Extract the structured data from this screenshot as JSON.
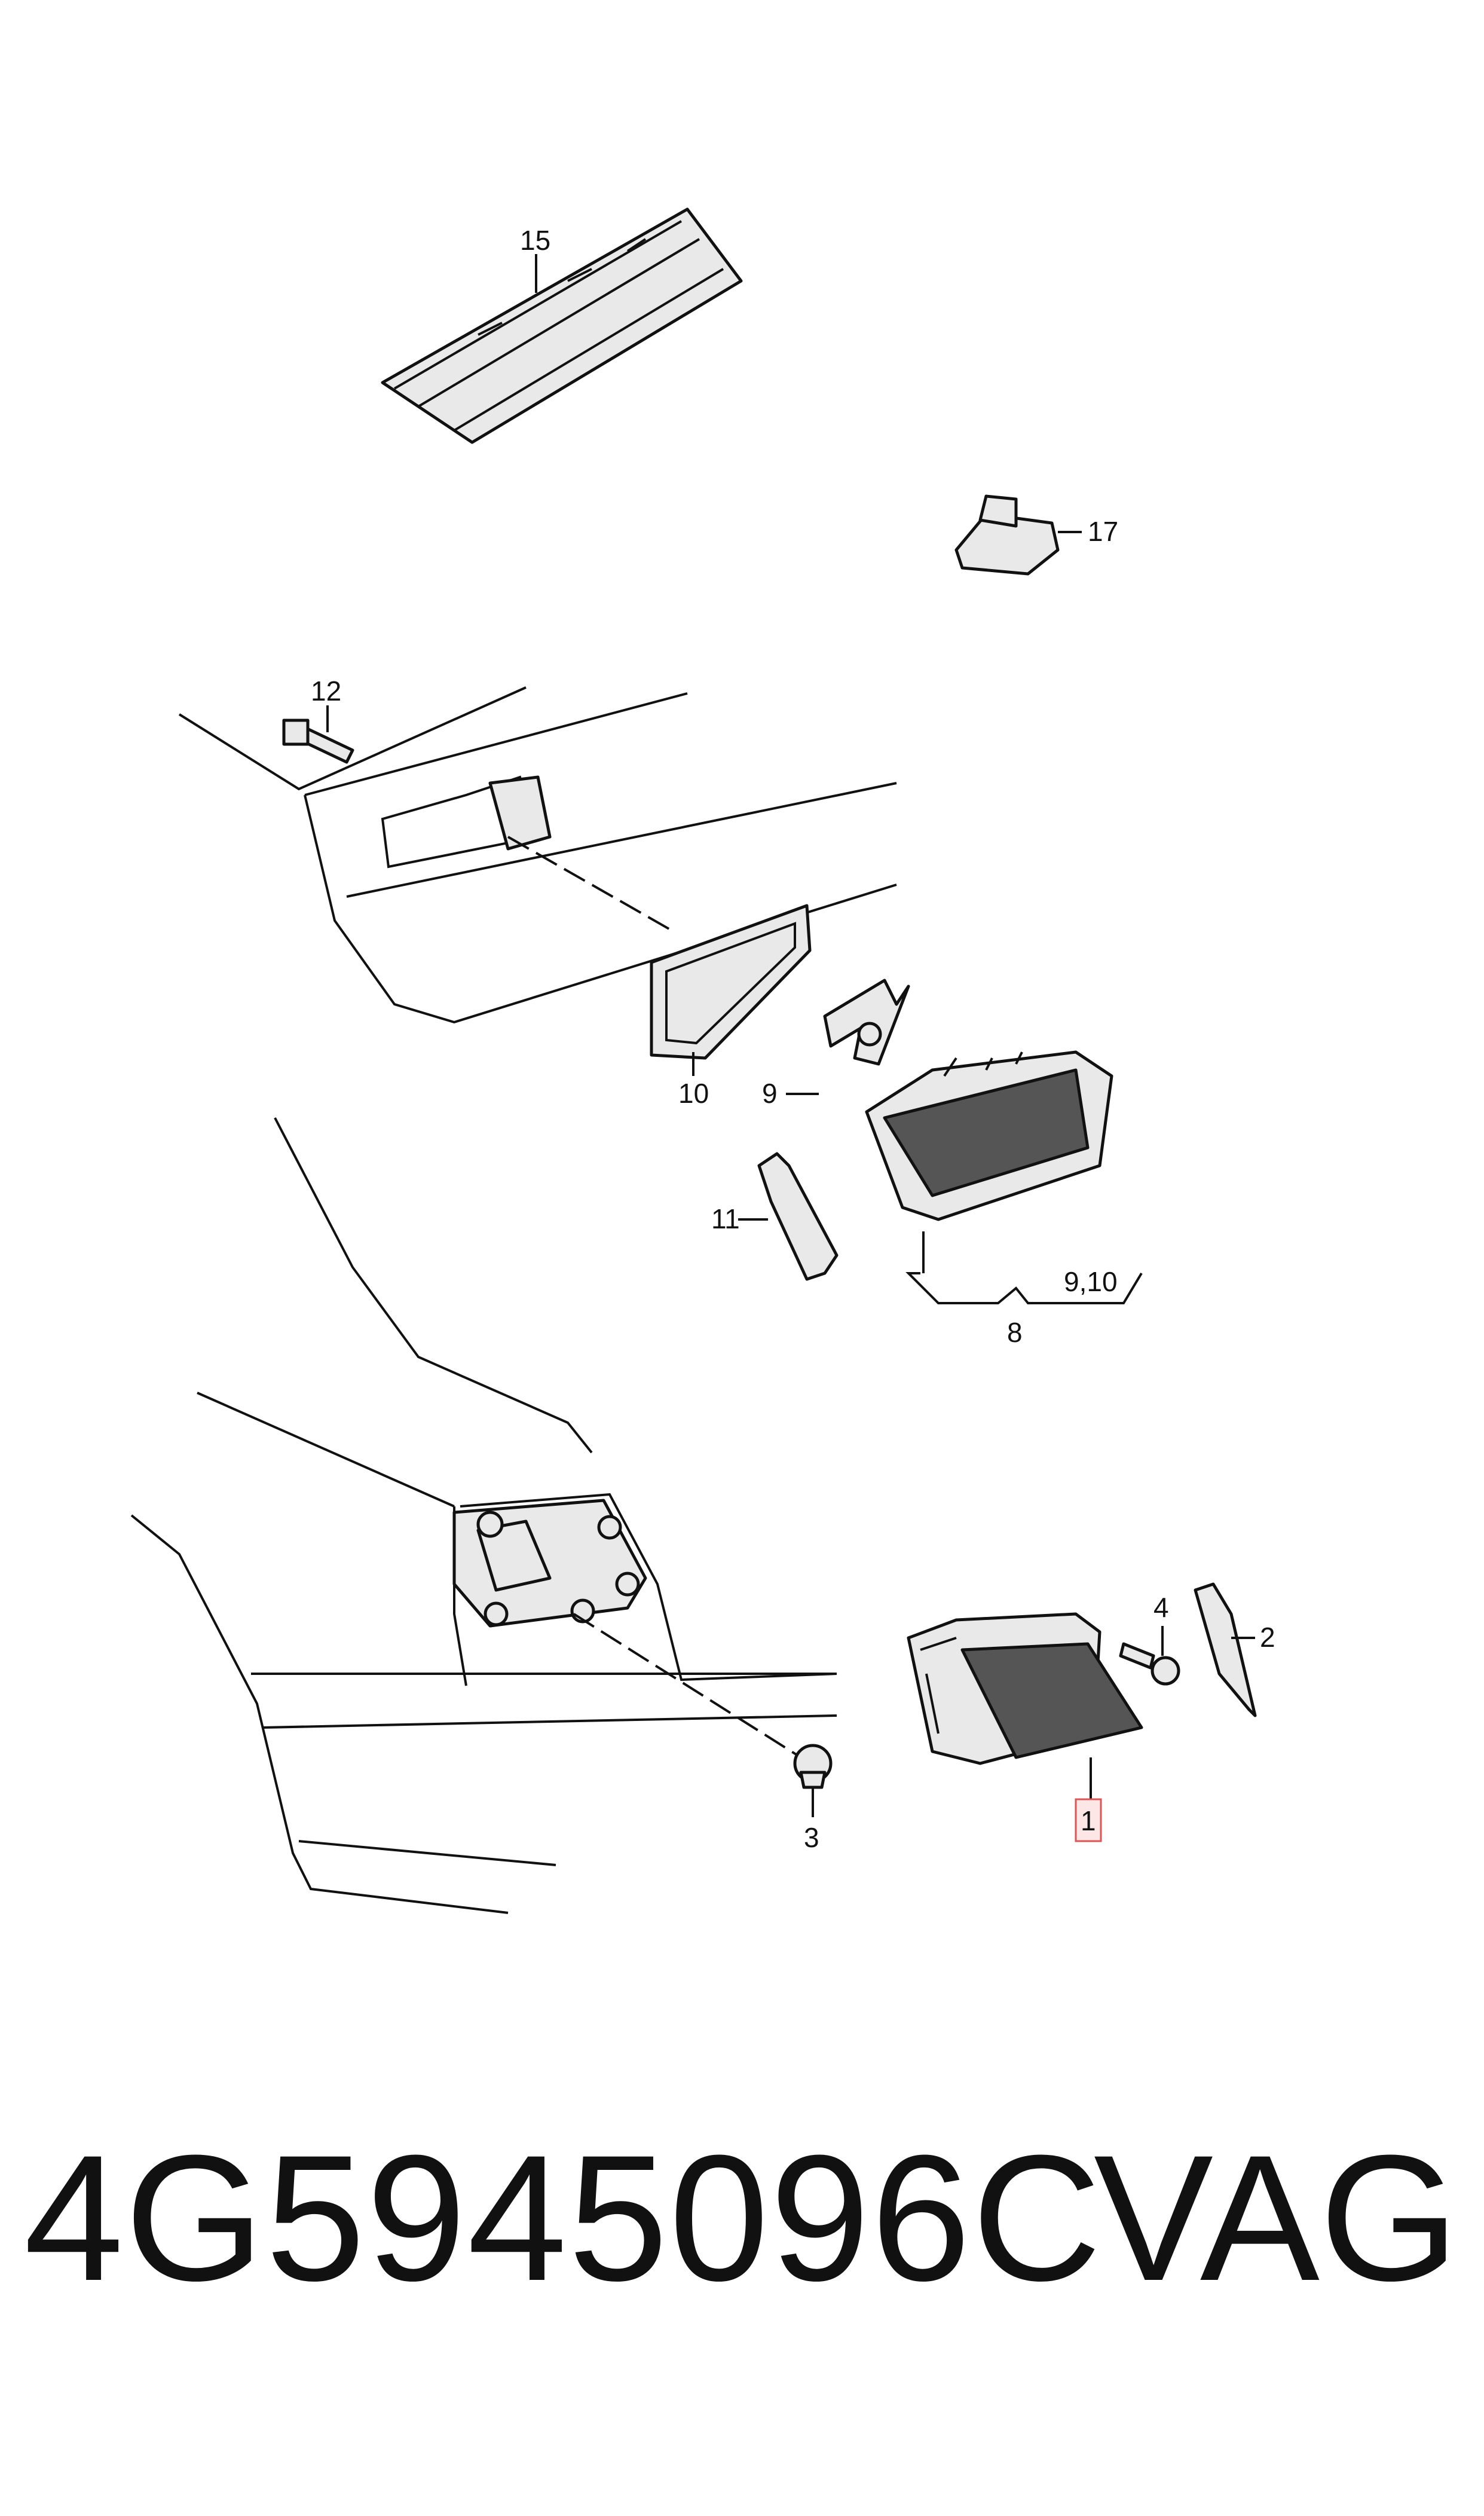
{
  "callouts": {
    "c15": "15",
    "c17": "17",
    "c12": "12",
    "c10": "10",
    "c9": "9",
    "c11": "11",
    "c910": "9,10",
    "c8": "8",
    "c4": "4",
    "c2": "2",
    "c3": "3",
    "c1": "1"
  },
  "footer": {
    "part_number": "4G5945096C",
    "brand": "VAG"
  }
}
